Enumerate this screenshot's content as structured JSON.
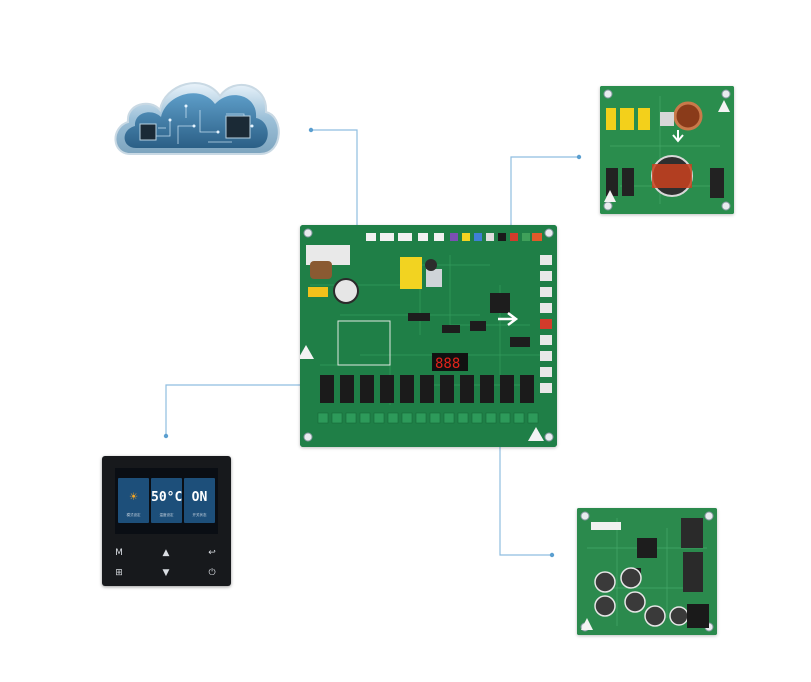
{
  "colors": {
    "connector_line": "#8fbde0",
    "connector_dot": "#5b9fd0",
    "pcb_green": "#1f7f47",
    "panel_black": "#17191c"
  },
  "icons": {
    "cloud": "cloud-circuit-icon",
    "power": "power-icon",
    "mode": "mode-icon",
    "up": "up-arrow-icon",
    "down": "down-arrow-icon",
    "menu": "grid-menu-icon",
    "back": "back-icon"
  },
  "controller": {
    "tiles": [
      {
        "value": "☀",
        "caption": "模式设定"
      },
      {
        "value": "50°C",
        "caption": "温度设定"
      },
      {
        "value": "ON",
        "caption": "开关状态"
      }
    ],
    "buttons": {
      "mode": "M",
      "up": "▲",
      "back": "↩",
      "menu": "⊞",
      "down": "▼",
      "power": "⏻"
    }
  }
}
